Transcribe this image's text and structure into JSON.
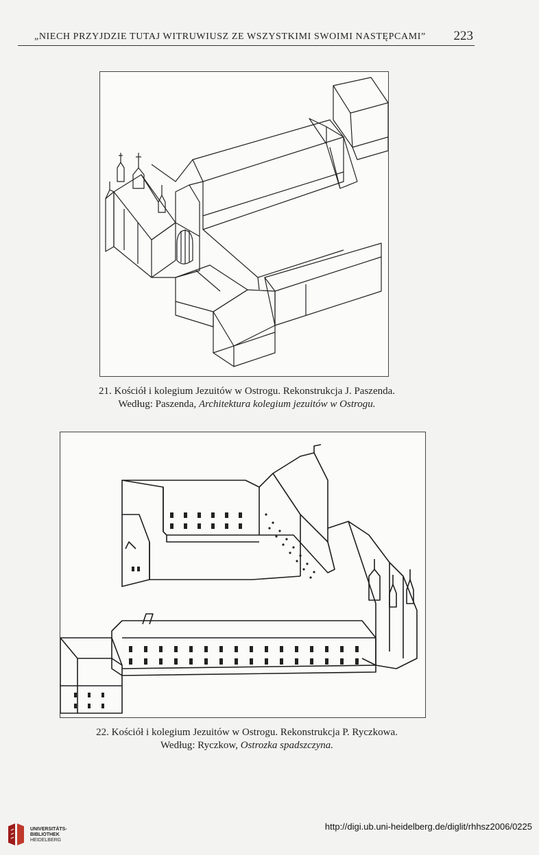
{
  "running_head": {
    "title": "„NIECH PRZYJDZIE TUTAJ WITRUWIUSZ ZE WSZYSTKIMI SWOIMI NASTĘPCAMI”",
    "page_number": "223"
  },
  "figure_21": {
    "caption_line1": "21. Kościół i kolegium Jezuitów w Ostrogu. Rekonstrukcja J. Paszenda.",
    "caption_prefix": "Według: Paszenda, ",
    "caption_title": "Architektura kolegium jezuitów w Ostrogu."
  },
  "figure_22": {
    "caption_line1": "22. Kościół i kolegium Jezuitów w Ostrogu. Rekonstrukcja P. Ryczkowa.",
    "caption_prefix": "Według: Ryczkow, ",
    "caption_title": "Ostrozka spadszczyna."
  },
  "footer": {
    "logo_line1": "UNIVERSITÄTS-",
    "logo_line2": "BIBLIOTHEK",
    "logo_line3": "HEIDELBERG",
    "url": "http://digi.ub.uni-heidelberg.de/diglit/rhhsz2006/0225"
  }
}
